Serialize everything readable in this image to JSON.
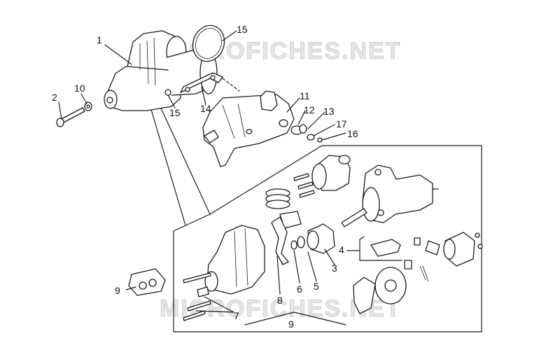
{
  "watermark": {
    "text": "MICROFICHES.NET"
  },
  "callouts": {
    "c1": "1",
    "c2": "2",
    "c3": "3",
    "c4": "4",
    "c5": "5",
    "c6": "6",
    "c7": "7",
    "c8": "8",
    "c9a": "9",
    "c9b": "9",
    "c10": "10",
    "c11": "11",
    "c12": "12",
    "c13": "13",
    "c14": "14",
    "c15a": "15",
    "c15b": "15",
    "c16": "16",
    "c17": "17"
  },
  "colors": {
    "line": "#1a1a1a",
    "shade": "#d9d9d9",
    "watermark": "#e6e6e6"
  }
}
